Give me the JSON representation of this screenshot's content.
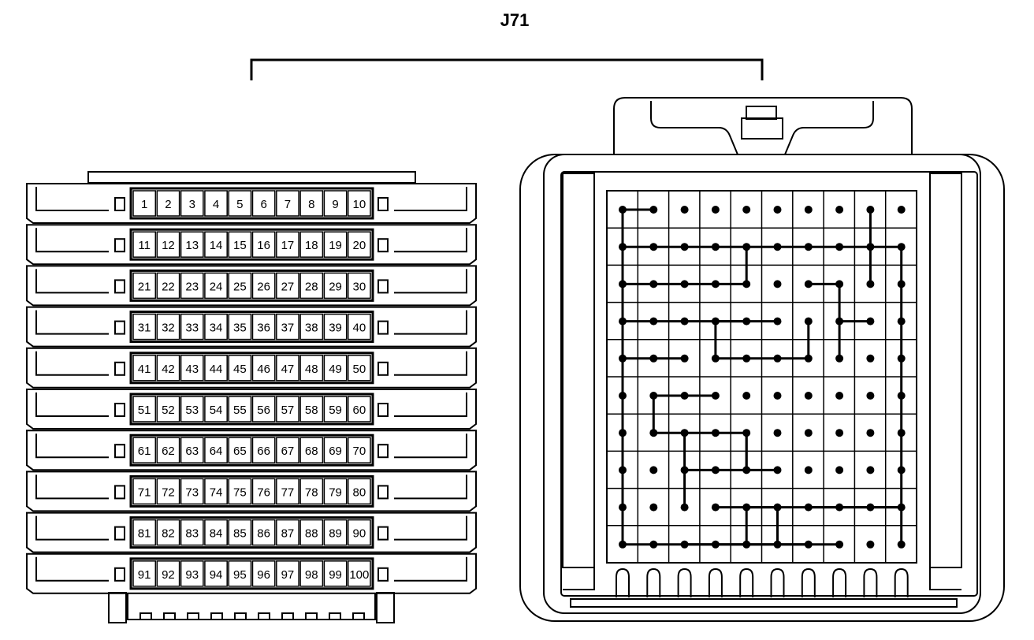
{
  "title": "J71",
  "pin_grid": {
    "rows": 10,
    "cols": 10,
    "labels": [
      [
        "1",
        "2",
        "3",
        "4",
        "5",
        "6",
        "7",
        "8",
        "9",
        "10"
      ],
      [
        "11",
        "12",
        "13",
        "14",
        "15",
        "16",
        "17",
        "18",
        "19",
        "20"
      ],
      [
        "21",
        "22",
        "23",
        "24",
        "25",
        "26",
        "27",
        "28",
        "29",
        "30"
      ],
      [
        "31",
        "32",
        "33",
        "34",
        "35",
        "36",
        "37",
        "38",
        "39",
        "40"
      ],
      [
        "41",
        "42",
        "43",
        "44",
        "45",
        "46",
        "47",
        "48",
        "49",
        "50"
      ],
      [
        "51",
        "52",
        "53",
        "54",
        "55",
        "56",
        "57",
        "58",
        "59",
        "60"
      ],
      [
        "61",
        "62",
        "63",
        "64",
        "65",
        "66",
        "67",
        "68",
        "69",
        "70"
      ],
      [
        "71",
        "72",
        "73",
        "74",
        "75",
        "76",
        "77",
        "78",
        "79",
        "80"
      ],
      [
        "81",
        "82",
        "83",
        "84",
        "85",
        "86",
        "87",
        "88",
        "89",
        "90"
      ],
      [
        "91",
        "92",
        "93",
        "94",
        "95",
        "96",
        "97",
        "98",
        "99",
        "100"
      ]
    ]
  },
  "connections": [
    [
      [
        0,
        0
      ],
      [
        0,
        9
      ]
    ],
    [
      [
        0,
        0
      ],
      [
        1,
        0
      ]
    ],
    [
      [
        8,
        0
      ],
      [
        8,
        2
      ]
    ],
    [
      [
        0,
        1
      ],
      [
        9,
        1
      ]
    ],
    [
      [
        4,
        1
      ],
      [
        4,
        2
      ]
    ],
    [
      [
        0,
        2
      ],
      [
        4,
        2
      ]
    ],
    [
      [
        6,
        2
      ],
      [
        7,
        2
      ]
    ],
    [
      [
        7,
        2
      ],
      [
        7,
        4
      ]
    ],
    [
      [
        9,
        1
      ],
      [
        9,
        6
      ]
    ],
    [
      [
        0,
        3
      ],
      [
        4,
        3
      ]
    ],
    [
      [
        3,
        3
      ],
      [
        5,
        3
      ]
    ],
    [
      [
        3,
        3
      ],
      [
        3,
        4
      ]
    ],
    [
      [
        7,
        3
      ],
      [
        8,
        3
      ]
    ],
    [
      [
        0,
        4
      ],
      [
        2,
        4
      ]
    ],
    [
      [
        3,
        4
      ],
      [
        6,
        4
      ]
    ],
    [
      [
        6,
        3
      ],
      [
        6,
        4
      ]
    ],
    [
      [
        0,
        5
      ],
      [
        0,
        7
      ]
    ],
    [
      [
        1,
        5
      ],
      [
        3,
        5
      ]
    ],
    [
      [
        1,
        5
      ],
      [
        1,
        6
      ]
    ],
    [
      [
        1,
        6
      ],
      [
        2,
        6
      ]
    ],
    [
      [
        2,
        6
      ],
      [
        4,
        6
      ]
    ],
    [
      [
        4,
        6
      ],
      [
        4,
        7
      ]
    ],
    [
      [
        2,
        7
      ],
      [
        3,
        7
      ]
    ],
    [
      [
        2,
        6
      ],
      [
        2,
        7
      ]
    ],
    [
      [
        3,
        7
      ],
      [
        5,
        7
      ]
    ],
    [
      [
        4,
        7
      ],
      [
        4,
        6
      ]
    ],
    [
      [
        9,
        6
      ],
      [
        9,
        9
      ]
    ],
    [
      [
        0,
        8
      ],
      [
        0,
        9
      ]
    ],
    [
      [
        2,
        7
      ],
      [
        2,
        8
      ]
    ],
    [
      [
        3,
        8
      ],
      [
        5,
        8
      ]
    ],
    [
      [
        5,
        8
      ],
      [
        5,
        9
      ]
    ],
    [
      [
        2,
        9
      ],
      [
        7,
        9
      ]
    ],
    [
      [
        0,
        9
      ],
      [
        6,
        9
      ]
    ],
    [
      [
        6,
        8
      ],
      [
        9,
        8
      ]
    ],
    [
      [
        4,
        8
      ],
      [
        9,
        8
      ]
    ],
    [
      [
        4,
        8
      ],
      [
        4,
        9
      ]
    ]
  ]
}
